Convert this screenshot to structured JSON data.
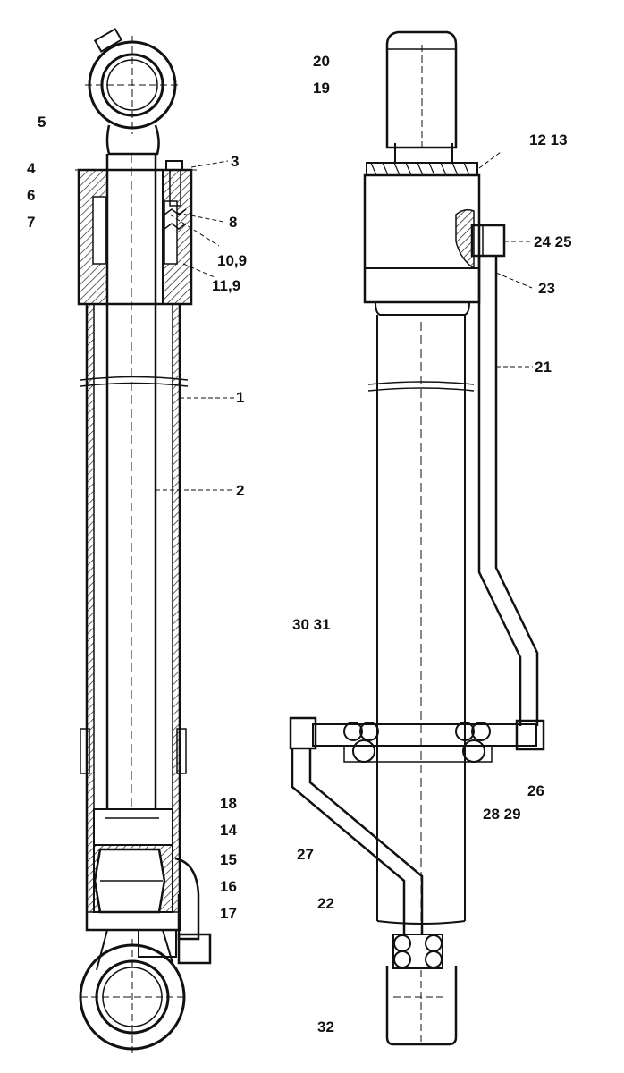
{
  "labels": {
    "l1": "1",
    "l2": "2",
    "l3": "3",
    "l4": "4",
    "l5": "5",
    "l6": "6",
    "l7": "7",
    "l8": "8",
    "l10_9": "10,9",
    "l11_9": "11,9",
    "l12_13": "12 13",
    "l14": "14",
    "l15": "15",
    "l16": "16",
    "l17": "17",
    "l18": "18",
    "l19": "19",
    "l20": "20",
    "l21": "21",
    "l22": "22",
    "l23": "23",
    "l24_25": "24 25",
    "l26": "26",
    "l27": "27",
    "l28_29": "28 29",
    "l30_31": "30 31",
    "l32": "32"
  }
}
